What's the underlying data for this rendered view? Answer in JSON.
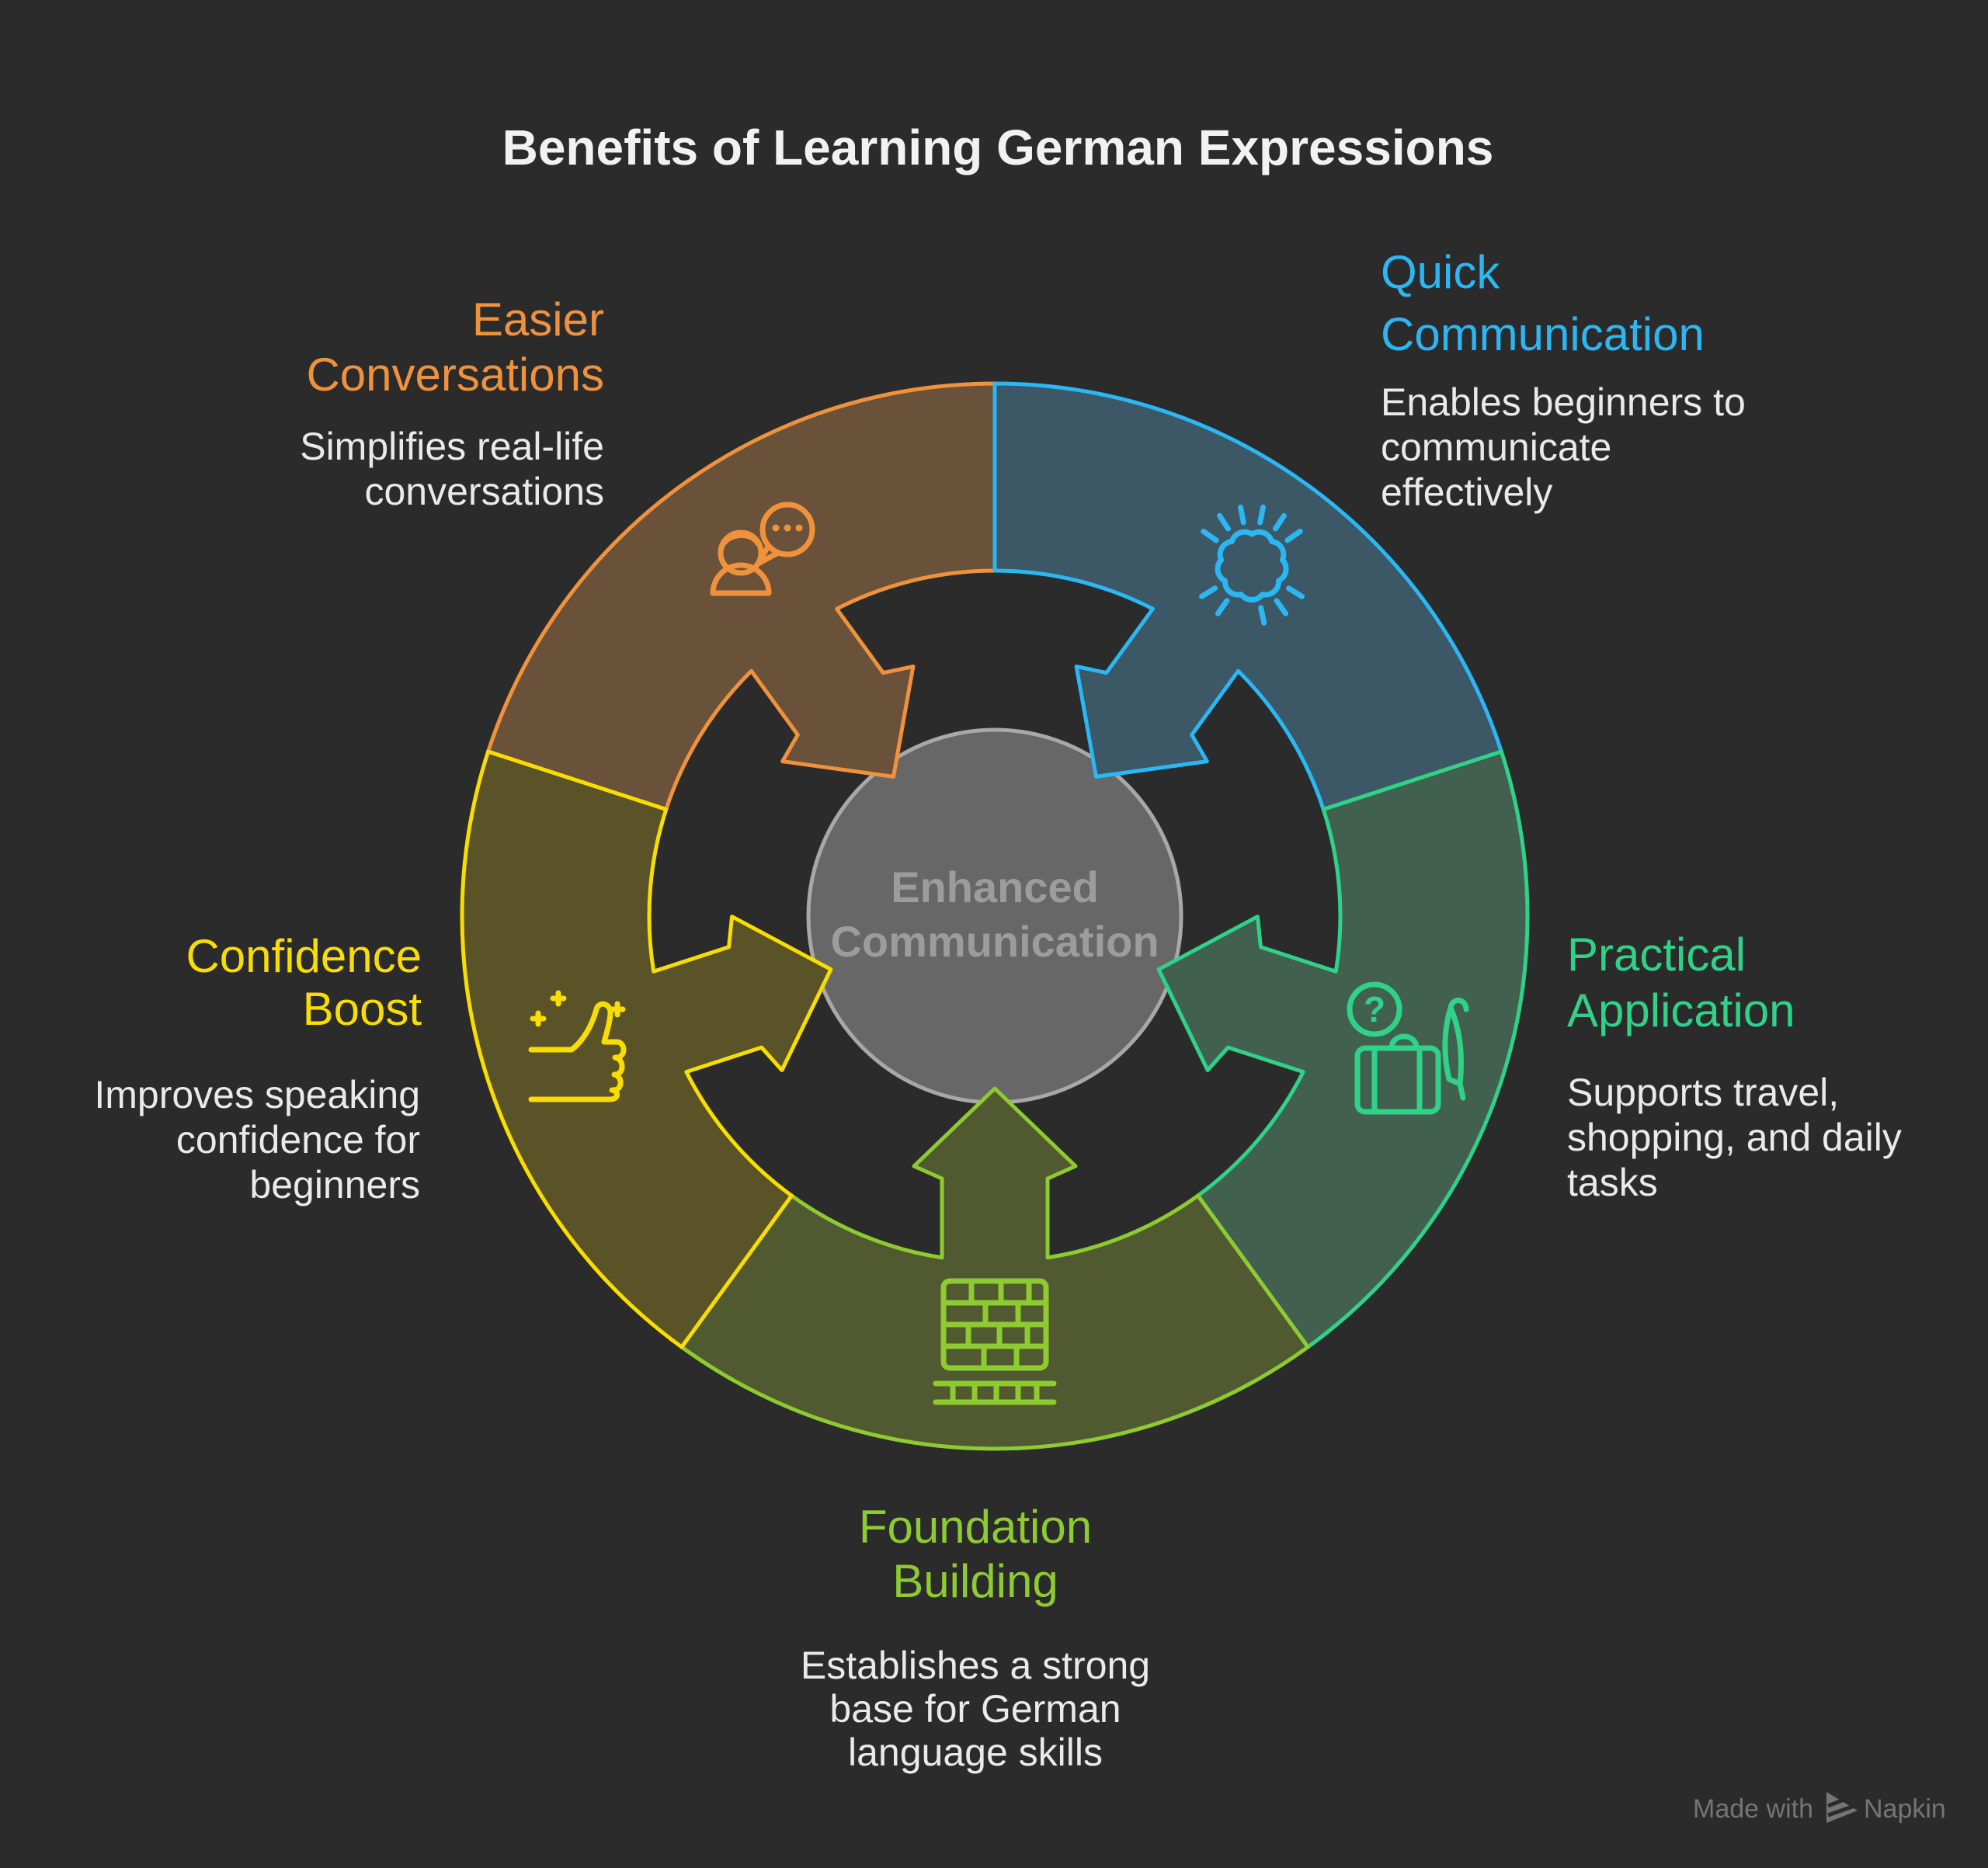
{
  "title": "Benefits of Learning German Expressions",
  "background_color": "#2B2B2C",
  "center": {
    "label_lines": [
      "Enhanced",
      "Communication"
    ],
    "fill": "#676767",
    "stroke": "#A8A8A8",
    "text_color": "#9C9C9C"
  },
  "segments": [
    {
      "id": "quick-communication",
      "heading_lines": [
        "Quick",
        "Communication"
      ],
      "desc_lines": [
        "Enables beginners to",
        "communicate",
        "effectively"
      ],
      "stroke": "#2BB7F3",
      "fill": "#3C5765",
      "icon": "burst-icon"
    },
    {
      "id": "practical-application",
      "heading_lines": [
        "Practical",
        "Application"
      ],
      "desc_lines": [
        "Supports travel,",
        "shopping, and daily",
        "tasks"
      ],
      "stroke": "#30D287",
      "fill": "#41604F",
      "icon": "travel-icon",
      "icon_glyph": "?"
    },
    {
      "id": "foundation-building",
      "heading_lines": [
        "Foundation",
        "Building"
      ],
      "desc_lines": [
        "Establishes a strong",
        "base for German",
        "language skills"
      ],
      "stroke": "#8DCB30",
      "fill": "#515930",
      "icon": "brick-wall-icon"
    },
    {
      "id": "confidence-boost",
      "heading_lines": [
        "Confidence",
        "Boost"
      ],
      "desc_lines": [
        "Improves speaking",
        "confidence for",
        "beginners"
      ],
      "stroke": "#F8DD00",
      "fill": "#5A5327",
      "icon": "thumbs-up-icon"
    },
    {
      "id": "easier-conversations",
      "heading_lines": [
        "Easier",
        "Conversations"
      ],
      "desc_lines": [
        "Simplifies real-life",
        "conversations"
      ],
      "stroke": "#F0923C",
      "fill": "#6A513A",
      "icon": "person-chat-icon"
    }
  ],
  "watermark": {
    "prefix": "Made with",
    "brand": "Napkin"
  }
}
